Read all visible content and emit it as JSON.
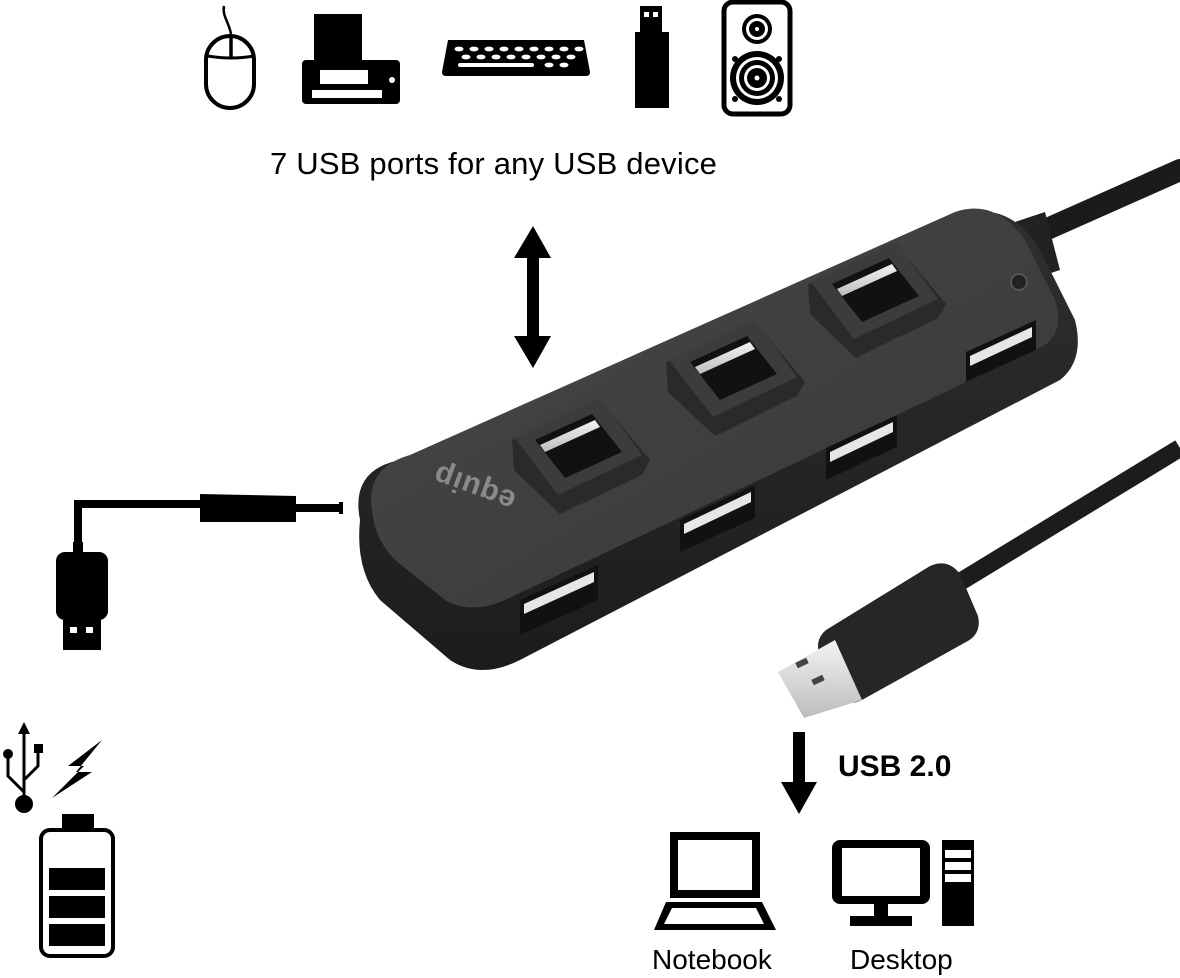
{
  "top": {
    "devices": [
      {
        "name": "mouse",
        "icon": "mouse-icon"
      },
      {
        "name": "printer",
        "icon": "printer-icon"
      },
      {
        "name": "keyboard",
        "icon": "keyboard-icon"
      },
      {
        "name": "usb-flash-drive",
        "icon": "usb-flash-drive-icon"
      },
      {
        "name": "speaker",
        "icon": "speaker-icon"
      }
    ],
    "caption": "7 USB ports for any USB device",
    "arrow": "double-vertical-arrow"
  },
  "hub": {
    "brand": "equip",
    "ports_total": 7,
    "ports_top_raised": 3,
    "ports_side": 4,
    "body_color": "#3a3936",
    "cable_color": "#1f1f1f"
  },
  "power": {
    "cable": "usb-a-to-dc-barrel-cable",
    "icons": [
      "usb-symbol-icon",
      "lightning-bolt-icon",
      "battery-icon"
    ]
  },
  "host": {
    "interface_label": "USB 2.0",
    "targets": [
      {
        "label": "Notebook",
        "icon": "laptop-icon"
      },
      {
        "label": "Desktop",
        "icon": "desktop-computer-icon"
      }
    ]
  },
  "colors": {
    "ink": "#000000",
    "background": "#ffffff",
    "metal": "#d9d9d9"
  }
}
